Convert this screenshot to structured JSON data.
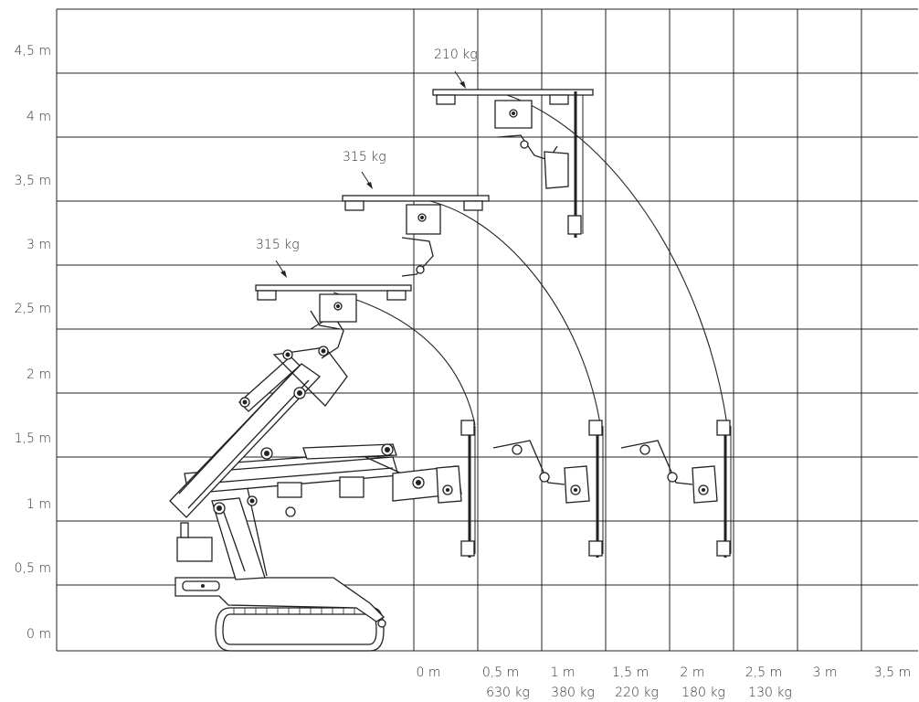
{
  "y_labels": [
    "4,5 m",
    "4 m",
    "3,5 m",
    "3 m",
    "2,5 m",
    "2 m",
    "1,5 m",
    "1 m",
    "0,5 m",
    "0 m"
  ],
  "x_labels": [
    "0 m",
    "0,5 m",
    "1 m",
    "1,5 m",
    "2 m",
    "2,5 m",
    "3 m",
    "3,5 m"
  ],
  "capacity_labels": [
    "630 kg",
    "380 kg",
    "220 kg",
    "180 kg",
    "130 kg"
  ],
  "load_labels": {
    "top": "210 kg",
    "upper": "315 kg",
    "lower": "315 kg"
  }
}
